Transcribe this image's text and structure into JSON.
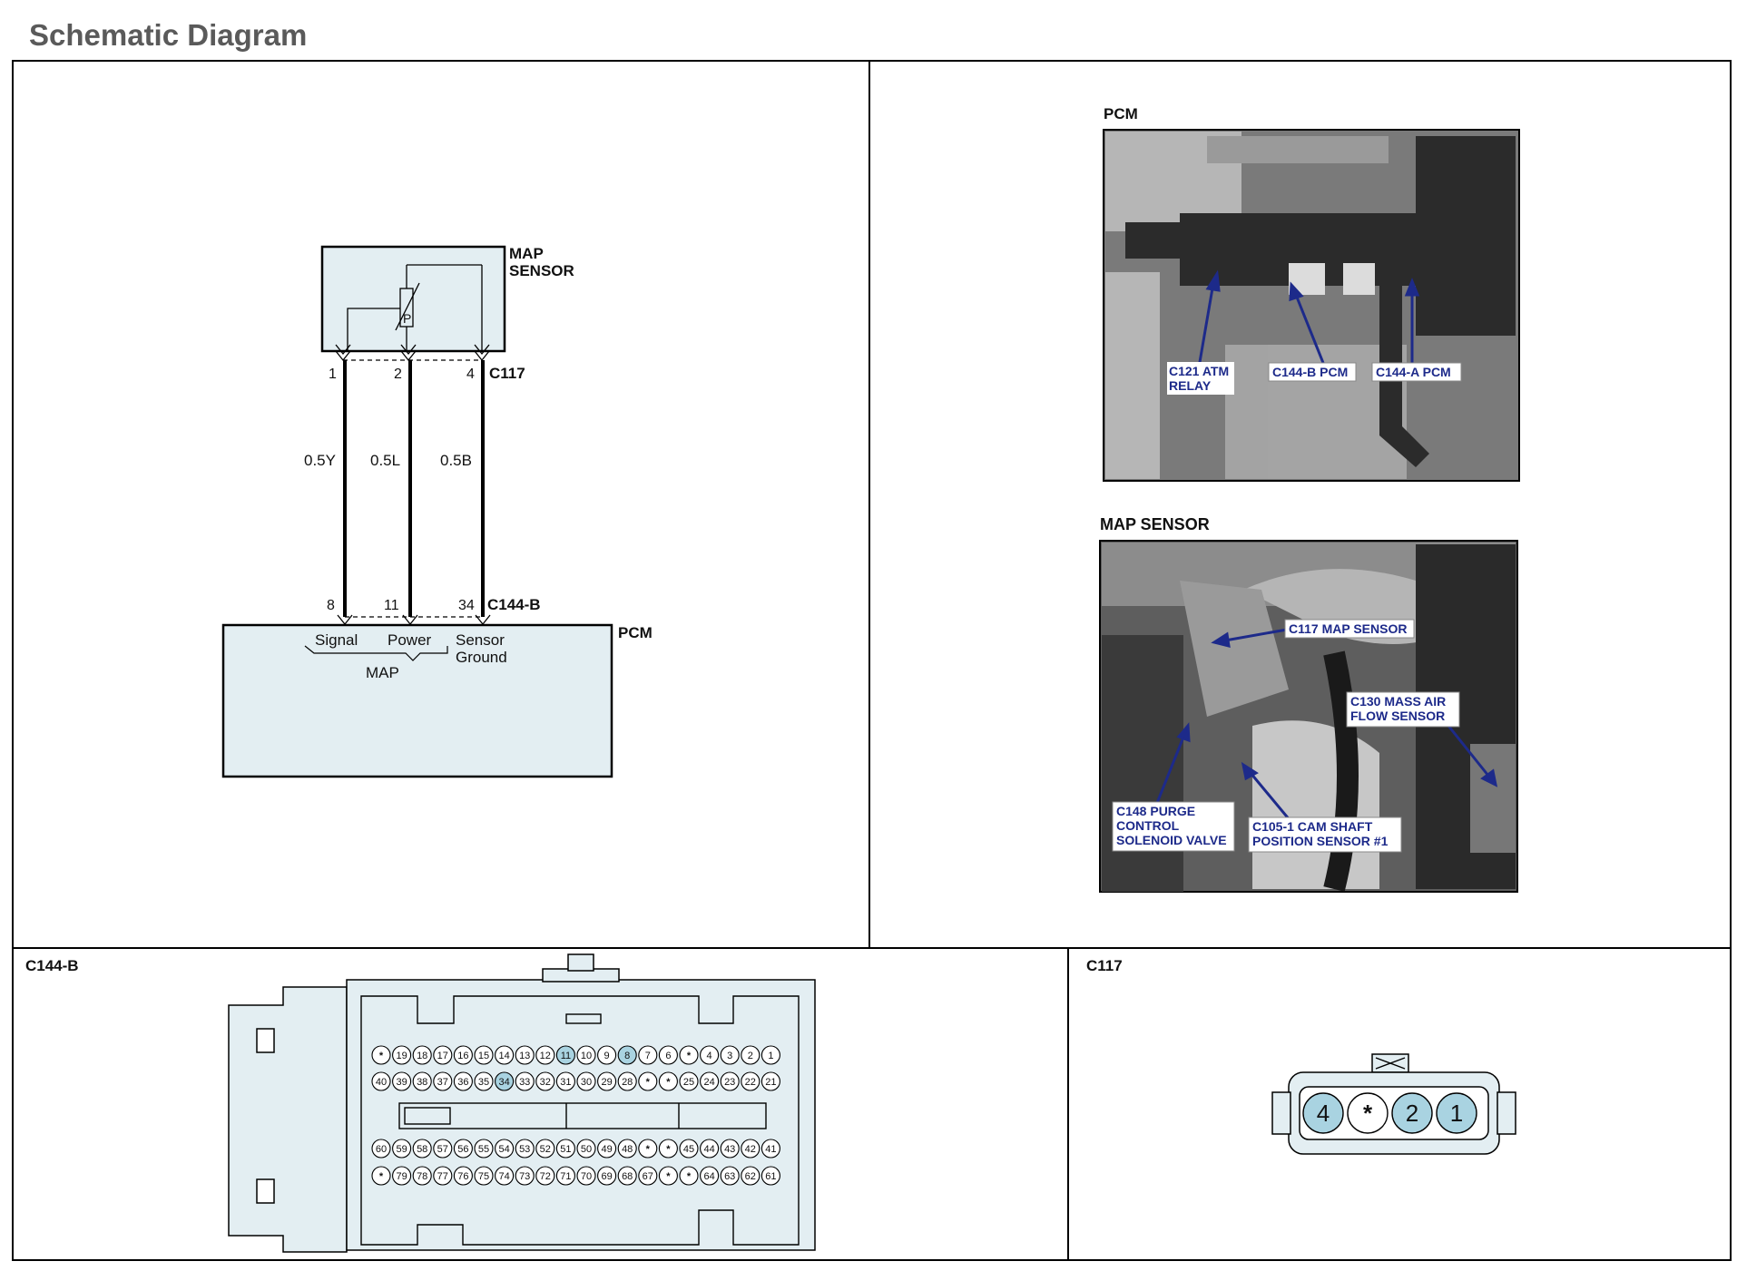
{
  "page": {
    "title": "Schematic Diagram"
  },
  "colors": {
    "fill": "#e3eef2",
    "pin_highlight": "#a9d3e1",
    "callout": "#1d2a8a",
    "photo_dark": "#2b2b2b"
  },
  "schematic": {
    "map_sensor_label": "MAP\nSENSOR",
    "sensor_symbol": "P",
    "connector_top": "C117",
    "connector_bottom": "C144-B",
    "pcm_label": "PCM",
    "wires": [
      {
        "top_pin": "1",
        "gauge": "0.5Y",
        "bottom_pin": "8"
      },
      {
        "top_pin": "2",
        "gauge": "0.5L",
        "bottom_pin": "11"
      },
      {
        "top_pin": "4",
        "gauge": "0.5B",
        "bottom_pin": "34"
      }
    ],
    "pcm_pins": {
      "signal": "Signal",
      "power": "Power",
      "sensor_ground": "Sensor\nGround",
      "group": "MAP"
    }
  },
  "photos": {
    "pcm": {
      "title": "PCM",
      "callouts": [
        {
          "text": "C121 ATM\nRELAY",
          "boxed": false
        },
        {
          "text": "C144-B PCM",
          "boxed": true
        },
        {
          "text": "C144-A PCM",
          "boxed": true
        }
      ]
    },
    "map_sensor": {
      "title": "MAP SENSOR",
      "callouts": [
        {
          "text": "C117 MAP SENSOR",
          "boxed": true
        },
        {
          "text": "C130 MASS AIR\nFLOW SENSOR",
          "boxed": true
        },
        {
          "text": "C148 PURGE\nCONTROL\nSOLENOID VALVE",
          "boxed": true
        },
        {
          "text": "C105-1 CAM SHAFT\nPOSITION SENSOR #1",
          "boxed": true
        }
      ]
    }
  },
  "connector_c144b": {
    "label": "C144-B",
    "rows": [
      [
        "*",
        "19",
        "18",
        "17",
        "16",
        "15",
        "14",
        "13",
        "12",
        "11",
        "10",
        "9",
        "8",
        "7",
        "6",
        "*",
        "4",
        "3",
        "2",
        "1"
      ],
      [
        "40",
        "39",
        "38",
        "37",
        "36",
        "35",
        "34",
        "33",
        "32",
        "31",
        "30",
        "29",
        "28",
        "*",
        "*",
        "25",
        "24",
        "23",
        "22",
        "21"
      ],
      [
        "60",
        "59",
        "58",
        "57",
        "56",
        "55",
        "54",
        "53",
        "52",
        "51",
        "50",
        "49",
        "48",
        "*",
        "*",
        "45",
        "44",
        "43",
        "42",
        "41"
      ],
      [
        "*",
        "79",
        "78",
        "77",
        "76",
        "75",
        "74",
        "73",
        "72",
        "71",
        "70",
        "69",
        "68",
        "67",
        "*",
        "*",
        "64",
        "63",
        "62",
        "61"
      ]
    ],
    "highlighted": [
      "11",
      "8",
      "34"
    ]
  },
  "connector_c117": {
    "label": "C117",
    "pins": [
      "4",
      "*",
      "2",
      "1"
    ],
    "highlighted": [
      "4",
      "2",
      "1"
    ]
  }
}
